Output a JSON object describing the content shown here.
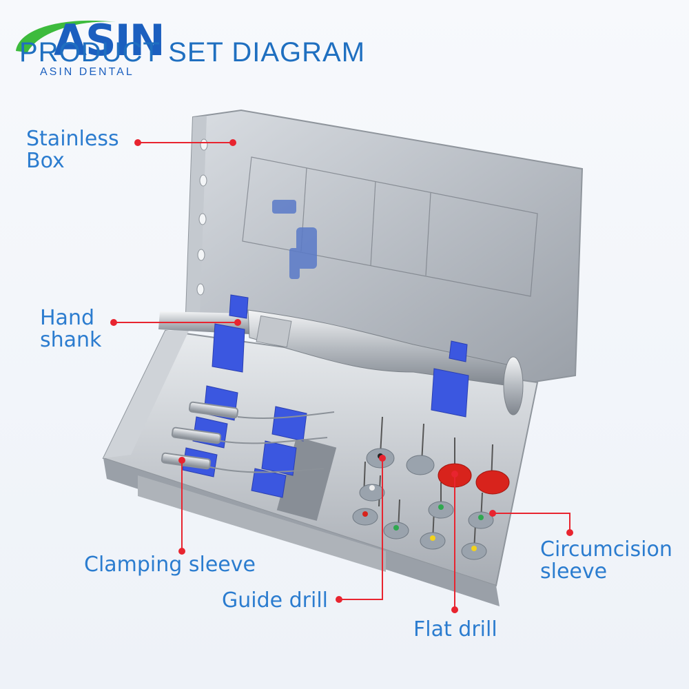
{
  "brand": {
    "logo_word": "ASIN",
    "logo_subtitle": "ASIN DENTAL",
    "colors": {
      "brand_blue": "#1b5fbf",
      "brand_green": "#3dbb3d",
      "label_blue": "#2b7ccf",
      "pointer_red": "#e8242f"
    }
  },
  "heading": "PRODUCT SET DIAGRAM",
  "labels": {
    "stainless_box": [
      "Stainless",
      "Box"
    ],
    "hand_shank": [
      "Hand",
      "shank"
    ],
    "clamping_sleeve": "Clamping sleeve",
    "guide_drill": "Guide drill",
    "flat_drill": "Flat drill",
    "circumcision_sleeve": [
      "Circumcision",
      "sleeve"
    ]
  }
}
